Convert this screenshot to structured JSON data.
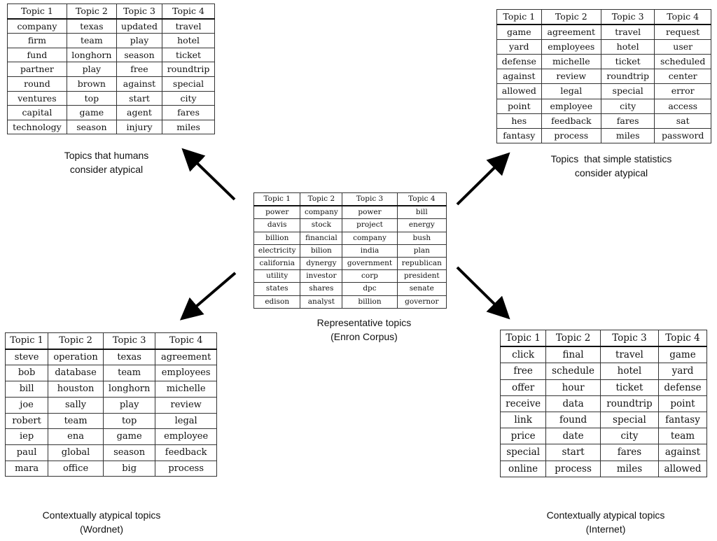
{
  "headers": [
    "Topic 1",
    "Topic 2",
    "Topic 3",
    "Topic 4"
  ],
  "tables": {
    "top_left": {
      "rows": [
        [
          "company",
          "texas",
          "updated",
          "travel"
        ],
        [
          "firm",
          "team",
          "play",
          "hotel"
        ],
        [
          "fund",
          "longhorn",
          "season",
          "ticket"
        ],
        [
          "partner",
          "play",
          "free",
          "roundtrip"
        ],
        [
          "round",
          "brown",
          "against",
          "special"
        ],
        [
          "ventures",
          "top",
          "start",
          "city"
        ],
        [
          "capital",
          "game",
          "agent",
          "fares"
        ],
        [
          "technology",
          "season",
          "injury",
          "miles"
        ]
      ]
    },
    "top_right": {
      "rows": [
        [
          "game",
          "agreement",
          "travel",
          "request"
        ],
        [
          "yard",
          "employees",
          "hotel",
          "user"
        ],
        [
          "defense",
          "michelle",
          "ticket",
          "scheduled"
        ],
        [
          "against",
          "review",
          "roundtrip",
          "center"
        ],
        [
          "allowed",
          "legal",
          "special",
          "error"
        ],
        [
          "point",
          "employee",
          "city",
          "access"
        ],
        [
          "hes",
          "feedback",
          "fares",
          "sat"
        ],
        [
          "fantasy",
          "process",
          "miles",
          "password"
        ]
      ]
    },
    "center": {
      "rows": [
        [
          "power",
          "company",
          "power",
          "bill"
        ],
        [
          "davis",
          "stock",
          "project",
          "energy"
        ],
        [
          "billion",
          "financial",
          "company",
          "bush"
        ],
        [
          "electricity",
          "bilion",
          "india",
          "plan"
        ],
        [
          "california",
          "dynergy",
          "government",
          "republican"
        ],
        [
          "utility",
          "investor",
          "corp",
          "president"
        ],
        [
          "states",
          "shares",
          "dpc",
          "senate"
        ],
        [
          "edison",
          "analyst",
          "billion",
          "governor"
        ]
      ]
    },
    "bottom_left": {
      "rows": [
        [
          "steve",
          "operation",
          "texas",
          "agreement"
        ],
        [
          "bob",
          "database",
          "team",
          "employees"
        ],
        [
          "bill",
          "houston",
          "longhorn",
          "michelle"
        ],
        [
          "joe",
          "sally",
          "play",
          "review"
        ],
        [
          "robert",
          "team",
          "top",
          "legal"
        ],
        [
          "iep",
          "ena",
          "game",
          "employee"
        ],
        [
          "paul",
          "global",
          "season",
          "feedback"
        ],
        [
          "mara",
          "office",
          "big",
          "process"
        ]
      ]
    },
    "bottom_right": {
      "rows": [
        [
          "click",
          "final",
          "travel",
          "game"
        ],
        [
          "free",
          "schedule",
          "hotel",
          "yard"
        ],
        [
          "offer",
          "hour",
          "ticket",
          "defense"
        ],
        [
          "receive",
          "data",
          "roundtrip",
          "point"
        ],
        [
          "link",
          "found",
          "special",
          "fantasy"
        ],
        [
          "price",
          "date",
          "city",
          "team"
        ],
        [
          "special",
          "start",
          "fares",
          "against"
        ],
        [
          "online",
          "process",
          "miles",
          "allowed"
        ]
      ]
    }
  },
  "captions": {
    "top_left": [
      "Topics that humans",
      "consider atypical"
    ],
    "top_right": [
      "Topics  that simple statistics",
      "consider atypical"
    ],
    "center": [
      "Representative topics",
      "(Enron Corpus)"
    ],
    "bottom_left": [
      "Contextually atypical topics",
      "(Wordnet)"
    ],
    "bottom_right": [
      "Contextually atypical topics",
      "(Internet)"
    ]
  },
  "arrow_color": "#000000"
}
